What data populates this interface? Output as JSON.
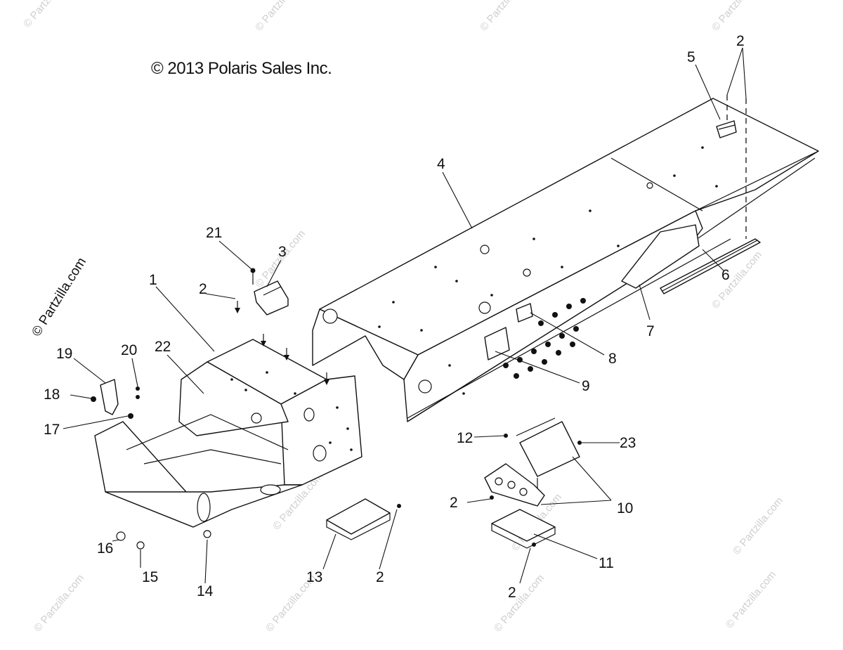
{
  "copyright": "© 2013 Polaris Sales Inc.",
  "side_watermark": "© Partzilla.com",
  "watermark_text": "© Partzilla.com",
  "callouts": [
    "1",
    "2",
    "3",
    "4",
    "5",
    "6",
    "7",
    "8",
    "9",
    "10",
    "11",
    "12",
    "13",
    "14",
    "15",
    "16",
    "17",
    "18",
    "19",
    "20",
    "21",
    "22",
    "23"
  ]
}
